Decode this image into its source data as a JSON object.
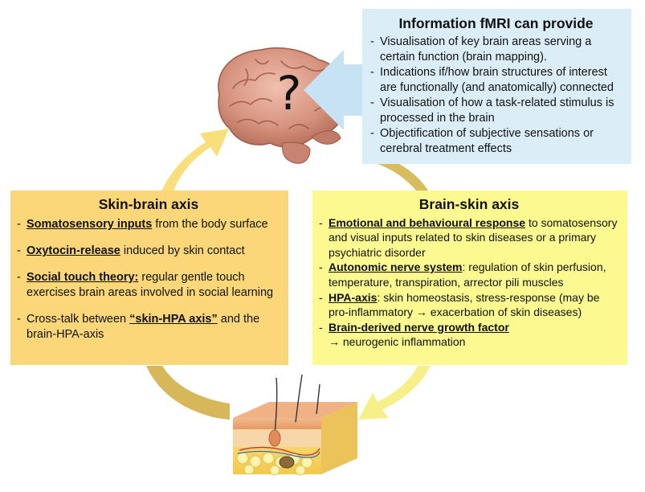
{
  "question_mark": "?",
  "info_box": {
    "title": "Information fMRI can provide",
    "items": [
      "Visualisation of key brain areas serving a certain function (brain mapping).",
      "Indications if/how brain structures of interest are functionally (and anatomically) connected",
      "Visualisation of how a task-related stimulus is processed in the brain",
      "Objectification of subjective sensations or cerebral treatment effects"
    ]
  },
  "skin_brain": {
    "title": "Skin-brain axis",
    "items": [
      {
        "bold": "Somatosensory inputs",
        "rest": " from the body surface"
      },
      {
        "bold": "Oxytocin-release",
        "rest": " induced by skin contact"
      },
      {
        "bold": "Social touch theory:",
        "rest": " regular gentle touch exercises brain areas involved in social learning"
      },
      {
        "pre": "Cross-talk between ",
        "bold": "“skin-HPA axis”",
        "rest": " and the brain-HPA-axis"
      }
    ]
  },
  "brain_skin": {
    "title": "Brain-skin axis",
    "items": [
      {
        "bold": "Emotional and behavioural response",
        "rest": " to somatosensory and visual inputs related to skin diseases or a primary psychiatric disorder"
      },
      {
        "bold": "Autonomic nerve system",
        "rest": ": regulation of skin perfusion, temperature, transpiration, arrector pili muscles"
      },
      {
        "bold": "HPA-axis",
        "rest": ": skin homeostasis, stress-response (may be pro-inflammatory → exacerbation of skin diseases)"
      },
      {
        "bold": "Brain-derived nerve growth factor",
        "rest": "→ neurogenic inflammation"
      }
    ]
  },
  "colors": {
    "info_bg": "#dbeef8",
    "skin_brain_bg": "#fbd77a",
    "brain_skin_bg": "#fbf98f",
    "cycle_arrow_gold": "#d8bd5e",
    "cycle_arrow_yellow": "#f7e27a",
    "input_arrow": "#c7e3f3"
  },
  "icons": [
    "brain-illustration",
    "skin-cross-section-illustration"
  ]
}
